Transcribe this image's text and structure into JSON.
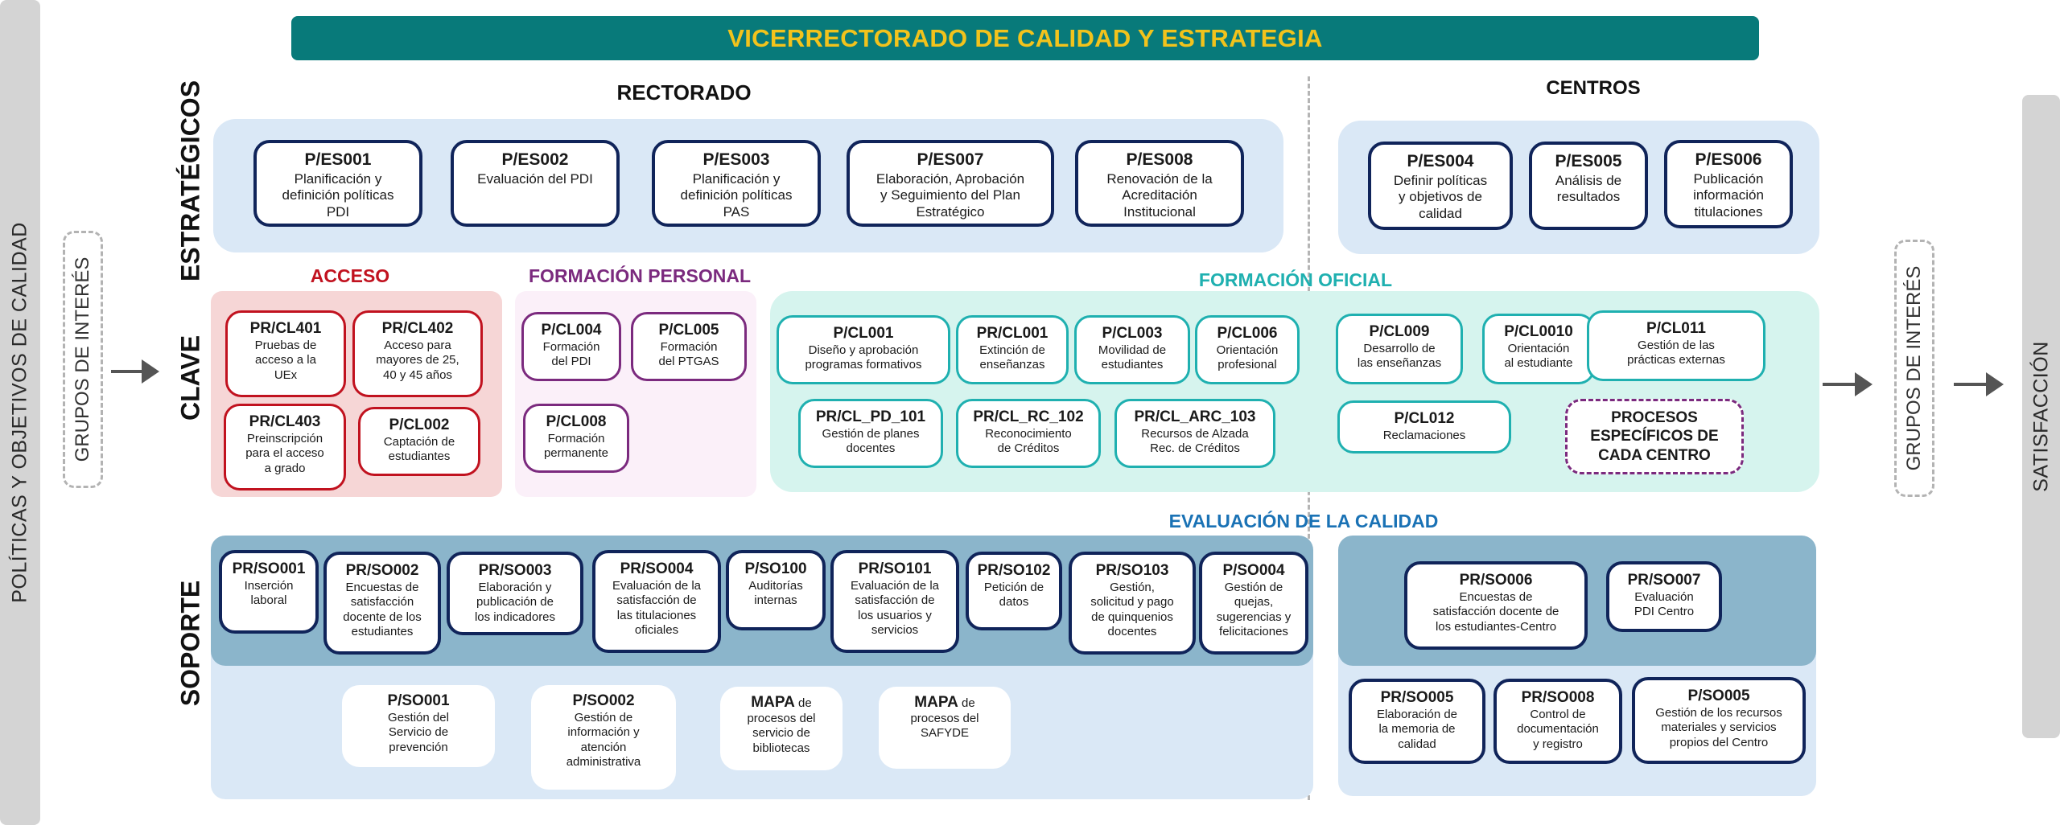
{
  "header": {
    "title": "VICERRECTORADO DE CALIDAD Y ESTRATEGIA"
  },
  "left_sidebar": {
    "label": "POLÍTICAS Y OBJETIVOS DE CALIDAD"
  },
  "right_sidebar": {
    "label": "SATISFACCIÓN"
  },
  "stakeholders_in": {
    "label": "GRUPOS DE INTERÉS"
  },
  "stakeholders_out": {
    "label": "GRUPOS DE INTERÉS"
  },
  "columns": {
    "rectorado": "RECTORADO",
    "centros": "CENTROS"
  },
  "rows": {
    "estrategicos": "ESTRATÉGICOS",
    "clave": "CLAVE",
    "soporte": "SOPORTE"
  },
  "colors": {
    "header_bg": "#087a7a",
    "header_text": "#f2c31c",
    "acceso": "#c1121f",
    "formacion_personal": "#7b2a7e",
    "formacion_oficial": "#1fb0b0",
    "evaluacion": "#1a72b5",
    "navy": "#10245a"
  },
  "estrategicos": {
    "rectorado": [
      {
        "code": "P/ES001",
        "desc": "Planificación y\ndefinición políticas\nPDI"
      },
      {
        "code": "P/ES002",
        "desc": "Evaluación del PDI"
      },
      {
        "code": "P/ES003",
        "desc": "Planificación y\ndefinición políticas\nPAS"
      },
      {
        "code": "P/ES007",
        "desc": "Elaboración, Aprobación\ny  Seguimiento del Plan\nEstratégico"
      },
      {
        "code": "P/ES008",
        "desc": "Renovación de la\nAcreditación\nInstitucional"
      }
    ],
    "centros": [
      {
        "code": "P/ES004",
        "desc": "Definir políticas\ny objetivos de\ncalidad"
      },
      {
        "code": "P/ES005",
        "desc": "Análisis de\nresultados"
      },
      {
        "code": "P/ES006",
        "desc": "Publicación\ninformación\ntitulaciones"
      }
    ]
  },
  "clave": {
    "acceso": {
      "title": "ACCESO",
      "items": [
        {
          "code": "PR/CL401",
          "desc": "Pruebas de\nacceso a la\nUEx"
        },
        {
          "code": "PR/CL402",
          "desc": "Acceso para\nmayores de 25,\n40 y 45 años"
        },
        {
          "code": "PR/CL403",
          "desc": "Preinscripción\npara el acceso\na grado"
        },
        {
          "code": "P/CL002",
          "desc": "Captación de\nestudiantes"
        }
      ]
    },
    "formacion_personal": {
      "title": "FORMACIÓN PERSONAL",
      "items": [
        {
          "code": "P/CL004",
          "desc": "Formación\ndel PDI"
        },
        {
          "code": "P/CL005",
          "desc": "Formación\ndel PTGAS"
        },
        {
          "code": "P/CL008",
          "desc": "Formación\npermanente"
        }
      ]
    },
    "formacion_oficial": {
      "title": "FORMACIÓN OFICIAL",
      "items": [
        {
          "code": "P/CL001",
          "desc": "Diseño y aprobación\nprogramas formativos"
        },
        {
          "code": "PR/CL001",
          "desc": "Extinción de\nenseñanzas"
        },
        {
          "code": "P/CL003",
          "desc": "Movilidad de\nestudiantes"
        },
        {
          "code": "P/CL006",
          "desc": "Orientación\nprofesional"
        },
        {
          "code": "PR/CL_PD_101",
          "desc": "Gestión de planes\ndocentes"
        },
        {
          "code": "PR/CL_RC_102",
          "desc": "Reconocimiento\nde Créditos"
        },
        {
          "code": "PR/CL_ARC_103",
          "desc": "Recursos de Alzada\nRec. de Créditos"
        },
        {
          "code": "P/CL009",
          "desc": "Desarrollo de\nlas enseñanzas"
        },
        {
          "code": "P/CL0010",
          "desc": "Orientación\nal estudiante"
        },
        {
          "code": "P/CL011",
          "desc": "Gestión de las\nprácticas externas"
        },
        {
          "code": "P/CL012",
          "desc": "Reclamaciones"
        }
      ],
      "specific": "PROCESOS\nESPECÍFICOS DE\nCADA CENTRO"
    }
  },
  "soporte": {
    "evaluacion_title": "EVALUACIÓN DE LA CALIDAD",
    "evaluacion_rectorado": [
      {
        "code": "PR/SO001",
        "desc": "Inserción\nlaboral"
      },
      {
        "code": "PR/SO002",
        "desc": "Encuestas de\nsatisfacción\ndocente de los\nestudiantes"
      },
      {
        "code": "PR/SO003",
        "desc": "Elaboración y\npublicación de\nlos indicadores"
      },
      {
        "code": "PR/SO004",
        "desc": "Evaluación de la\nsatisfacción de\nlas titulaciones\noficiales"
      },
      {
        "code": "P/SO100",
        "desc": "Auditorías\ninternas"
      },
      {
        "code": "PR/SO101",
        "desc": "Evaluación de la\nsatisfacción de\nlos usuarios y\nservicios"
      },
      {
        "code": "PR/SO102",
        "desc": "Petición de\ndatos"
      },
      {
        "code": "PR/SO103",
        "desc": "Gestión,\nsolicitud y pago\nde quinquenios\ndocentes"
      },
      {
        "code": "P/SO004",
        "desc": "Gestión de\nquejas,\nsugerencias y\nfelicitaciones"
      }
    ],
    "evaluacion_centros": [
      {
        "code": "PR/SO006",
        "desc": "Encuestas de\nsatisfacción docente de\nlos estudiantes-Centro"
      },
      {
        "code": "PR/SO007",
        "desc": "Evaluación\nPDI Centro"
      }
    ],
    "otros_rectorado": [
      {
        "code": "P/SO001",
        "desc": "Gestión del\nServicio de\nprevención"
      },
      {
        "code": "P/SO002",
        "desc": "Gestión de\ninformación y\natención\nadministrativa"
      },
      {
        "code": "MAPA",
        "suffix": " de",
        "desc": "procesos del\nservicio de\nbibliotecas"
      },
      {
        "code": "MAPA",
        "suffix": " de",
        "desc": "procesos del\nSAFYDE"
      }
    ],
    "otros_centros": [
      {
        "code": "PR/SO005",
        "desc": "Elaboración de\nla memoria de\ncalidad"
      },
      {
        "code": "PR/SO008",
        "desc": "Control de\ndocumentación\ny registro"
      },
      {
        "code": "P/SO005",
        "desc": "Gestión de los recursos\nmateriales y servicios\npropios del Centro"
      }
    ]
  }
}
